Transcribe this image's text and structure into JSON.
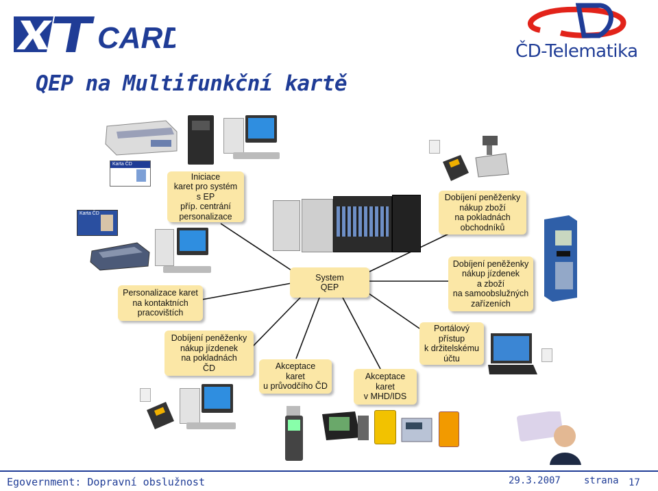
{
  "header": {
    "logo_left_text": "XTCARD",
    "logo_right_text": "ČD-Telematika",
    "title": "QEP na Multifunkční kartě"
  },
  "diagram": {
    "hub": "System\nQEP",
    "nodes": [
      {
        "id": "iniciace",
        "text": "Iniciace\nkaret pro systém\ns EP\npříp. centrání\npersonalizace"
      },
      {
        "id": "personalizace",
        "text": "Personalizace karet\nna kontaktních\npracovištích"
      },
      {
        "id": "dobijeni-cd",
        "text": "Dobíjení peněženky\nnákup jízdenek\nna pokladnách\nČD"
      },
      {
        "id": "akceptace-pruvodci",
        "text": "Akceptace\nkaret\nu průvodčího ČD"
      },
      {
        "id": "akceptace-mhd",
        "text": "Akceptace\nkaret\nv MHD/IDS"
      },
      {
        "id": "portal",
        "text": "Portálový\npřístup\nk držitelskému\núčtu"
      },
      {
        "id": "samoobsluha",
        "text": "Dobíjení peněženky\nnákup jízdenek\na zboží\nna samoobslužných\nzařízeních"
      },
      {
        "id": "obchodnici",
        "text": "Dobíjení peněženky\nnákup zboží\nna pokladnách\nobchodníků"
      }
    ],
    "card_labels": {
      "card1": "Karta ČD",
      "card2": "Karta ČD"
    }
  },
  "footer": {
    "left": "Egovernment: Dopravní obslužnost",
    "date": "29.3.2007",
    "strana": "strana",
    "page": "17"
  },
  "colors": {
    "brand_blue": "#1f3c96",
    "cd_red": "#e2231a",
    "box_fill": "#fbe7a6"
  }
}
